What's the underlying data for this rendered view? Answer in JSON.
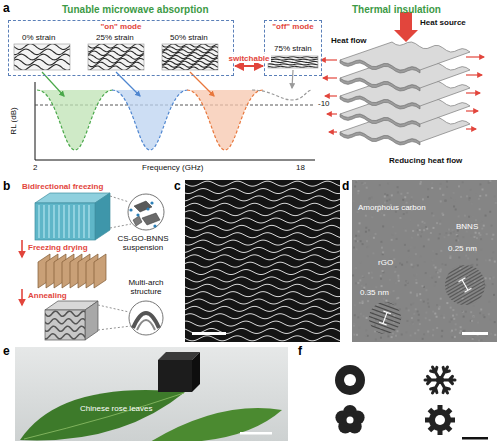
{
  "diagram": {
    "nodes": [
      {
        "text": [
          "\"on\" mode"
        ]
      },
      {
        "text": [
          "\"off\" mode"
        ]
      }
    ],
    "edges": [
      {
        "from": 0,
        "to": 1,
        "arrow": "both",
        "label": "switchable"
      }
    ],
    "labels": [
      "a",
      "Tunable microwave absorption",
      "Thermal insulation",
      "0% strain",
      "25% strain",
      "50% strain",
      "75% strain",
      "RL (dB)",
      "-10",
      "2",
      "Frequency (GHz)",
      "18",
      "Heat source",
      "Heat flow",
      "Reducing heat flow",
      "b",
      "Bidirectional freezing",
      "CS-GO-BNNS suspension",
      "Freezing drying",
      "Annealing",
      "Multi-arch structure",
      "c",
      "d",
      "Amorphous carbon",
      "BNNS",
      "0.25 nm",
      "rGO",
      "0.35 nm",
      "e",
      "Chinese rose leaves",
      "f"
    ]
  }
}
